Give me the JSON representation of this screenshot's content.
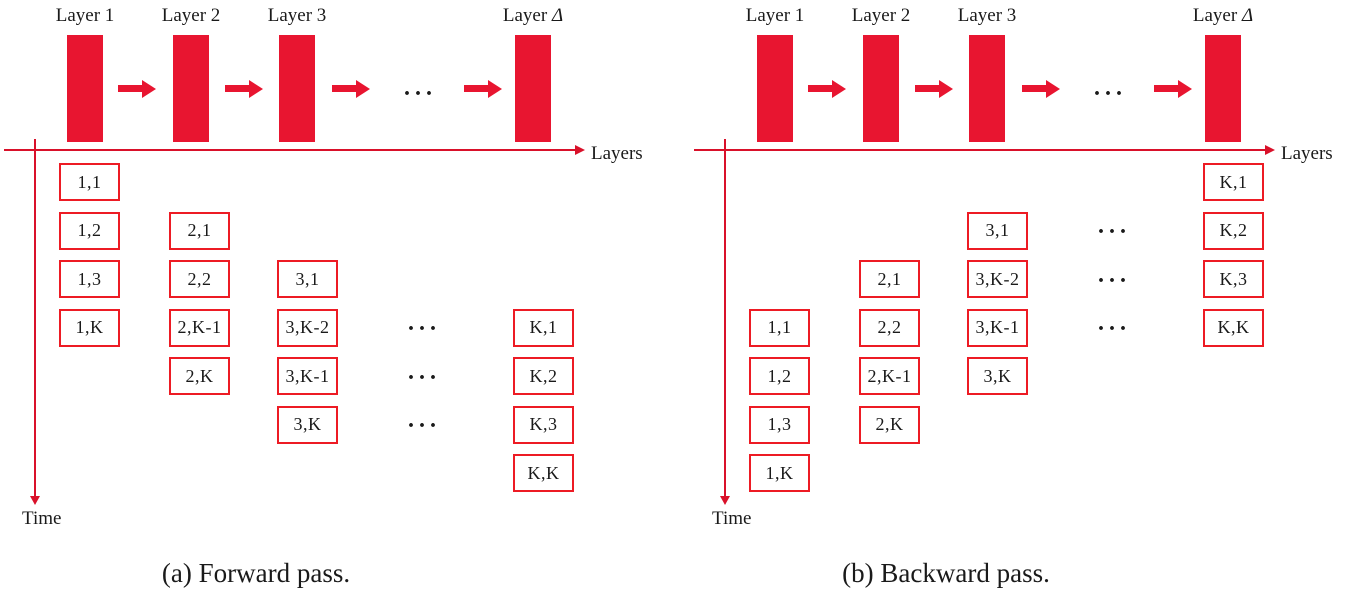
{
  "figure": {
    "colors": {
      "shape_red": "#e81530",
      "line_red": "#d9112a",
      "box_border_red": "#ed1b24",
      "text": "#1a1a1a",
      "background": "#ffffff"
    },
    "panels": [
      {
        "caption": "(a) Forward pass.",
        "x_axis_label": "Layers",
        "y_axis_label": "Time",
        "top_ellipsis": "...",
        "row_ellipsis": "...",
        "layers": [
          {
            "label": "Layer 1"
          },
          {
            "label": "Layer 2"
          },
          {
            "label": "Layer 3"
          },
          {
            "label": "Layer",
            "math_symbol": "Δ"
          }
        ],
        "cells": [
          {
            "col": 1,
            "row": 1,
            "label": "1,1"
          },
          {
            "col": 1,
            "row": 2,
            "label": "1,2"
          },
          {
            "col": 1,
            "row": 3,
            "label": "1,3"
          },
          {
            "col": 1,
            "row": 4,
            "label": "1,K"
          },
          {
            "col": 2,
            "row": 2,
            "label": "2,1"
          },
          {
            "col": 2,
            "row": 3,
            "label": "2,2"
          },
          {
            "col": 2,
            "row": 4,
            "label": "2,K-1"
          },
          {
            "col": 2,
            "row": 5,
            "label": "2,K"
          },
          {
            "col": 3,
            "row": 3,
            "label": "3,1"
          },
          {
            "col": 3,
            "row": 4,
            "label": "3,K-2"
          },
          {
            "col": 3,
            "row": 5,
            "label": "3,K-1"
          },
          {
            "col": 3,
            "row": 6,
            "label": "3,K"
          },
          {
            "col": 4,
            "row": 4,
            "label": "K,1"
          },
          {
            "col": 4,
            "row": 5,
            "label": "K,2"
          },
          {
            "col": 4,
            "row": 6,
            "label": "K,3"
          },
          {
            "col": 4,
            "row": 7,
            "label": "K,K"
          }
        ],
        "ellipsis_rows": [
          4,
          5,
          6
        ]
      },
      {
        "caption": "(b) Backward pass.",
        "x_axis_label": "Layers",
        "y_axis_label": "Time",
        "top_ellipsis": "...",
        "row_ellipsis": "...",
        "layers": [
          {
            "label": "Layer 1"
          },
          {
            "label": "Layer 2"
          },
          {
            "label": "Layer 3"
          },
          {
            "label": "Layer",
            "math_symbol": "Δ"
          }
        ],
        "cells": [
          {
            "col": 1,
            "row": 4,
            "label": "1,1"
          },
          {
            "col": 1,
            "row": 5,
            "label": "1,2"
          },
          {
            "col": 1,
            "row": 6,
            "label": "1,3"
          },
          {
            "col": 1,
            "row": 7,
            "label": "1,K"
          },
          {
            "col": 2,
            "row": 3,
            "label": "2,1"
          },
          {
            "col": 2,
            "row": 4,
            "label": "2,2"
          },
          {
            "col": 2,
            "row": 5,
            "label": "2,K-1"
          },
          {
            "col": 2,
            "row": 6,
            "label": "2,K"
          },
          {
            "col": 3,
            "row": 2,
            "label": "3,1"
          },
          {
            "col": 3,
            "row": 3,
            "label": "3,K-2"
          },
          {
            "col": 3,
            "row": 4,
            "label": "3,K-1"
          },
          {
            "col": 3,
            "row": 5,
            "label": "3,K"
          },
          {
            "col": 4,
            "row": 1,
            "label": "K,1"
          },
          {
            "col": 4,
            "row": 2,
            "label": "K,2"
          },
          {
            "col": 4,
            "row": 3,
            "label": "K,3"
          },
          {
            "col": 4,
            "row": 4,
            "label": "K,K"
          }
        ],
        "ellipsis_rows": [
          2,
          3,
          4
        ]
      }
    ]
  }
}
